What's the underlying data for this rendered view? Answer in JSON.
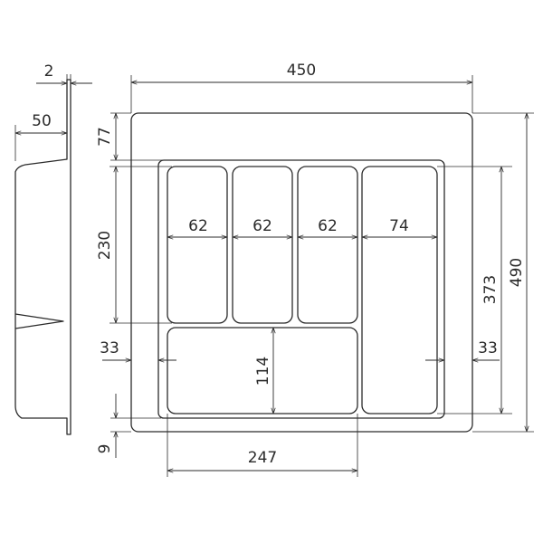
{
  "drawing": {
    "line_color": "#2b2b2b",
    "background": "#ffffff",
    "dimensions": {
      "wall_thickness": "2",
      "depth": "50",
      "overall_width": "450",
      "top_offset": "77",
      "bottom_offset": "9",
      "overall_height": "490",
      "upper_compartment_height": "230",
      "compartment_1_width": "62",
      "compartment_2_width": "62",
      "compartment_3_width": "62",
      "compartment_4_width": "74",
      "right_section_height": "373",
      "lower_compartment_height": "114",
      "left_margin": "33",
      "right_margin": "33",
      "lower_compartment_width": "247"
    }
  }
}
